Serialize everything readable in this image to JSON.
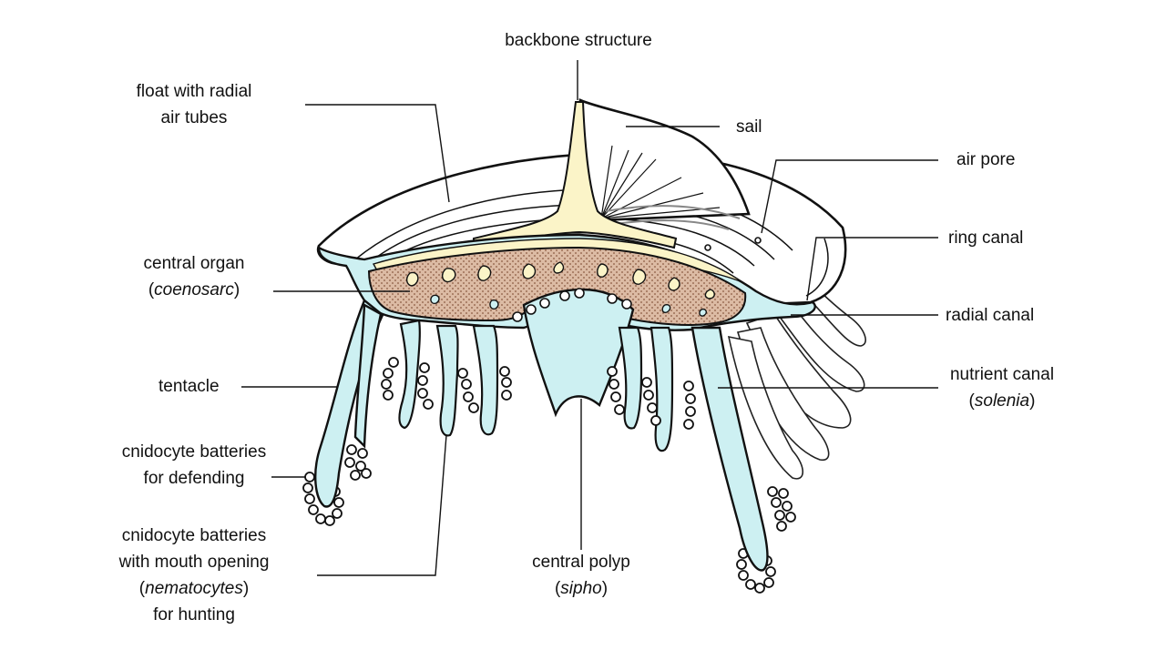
{
  "labels": {
    "backbone": "backbone structure",
    "float_line1": "float with radial",
    "float_line2": "air tubes",
    "sail": "sail",
    "air_pore": "air pore",
    "ring_canal": "ring canal",
    "central_organ": "central organ",
    "coenosarc": "coenosarc",
    "radial_canal": "radial canal",
    "tentacle": "tentacle",
    "nutrient_canal": "nutrient canal",
    "solenia": "solenia",
    "defend_line1": "cnidocyte batteries",
    "defend_line2": "for defending",
    "hunt_line1": "cnidocyte batteries",
    "hunt_line2": "with mouth opening",
    "nematocytes": "nematocytes",
    "hunt_line4": "for hunting",
    "central_polyp": "central polyp",
    "sipho": "sipho",
    "paren_open": "(",
    "paren_close": ")"
  },
  "colors": {
    "fluid": "#cdf0f2",
    "tissue": "#dcbba4",
    "organ_light": "#fbf4c8",
    "stroke": "#111111",
    "sail_ribs": "#888888"
  }
}
